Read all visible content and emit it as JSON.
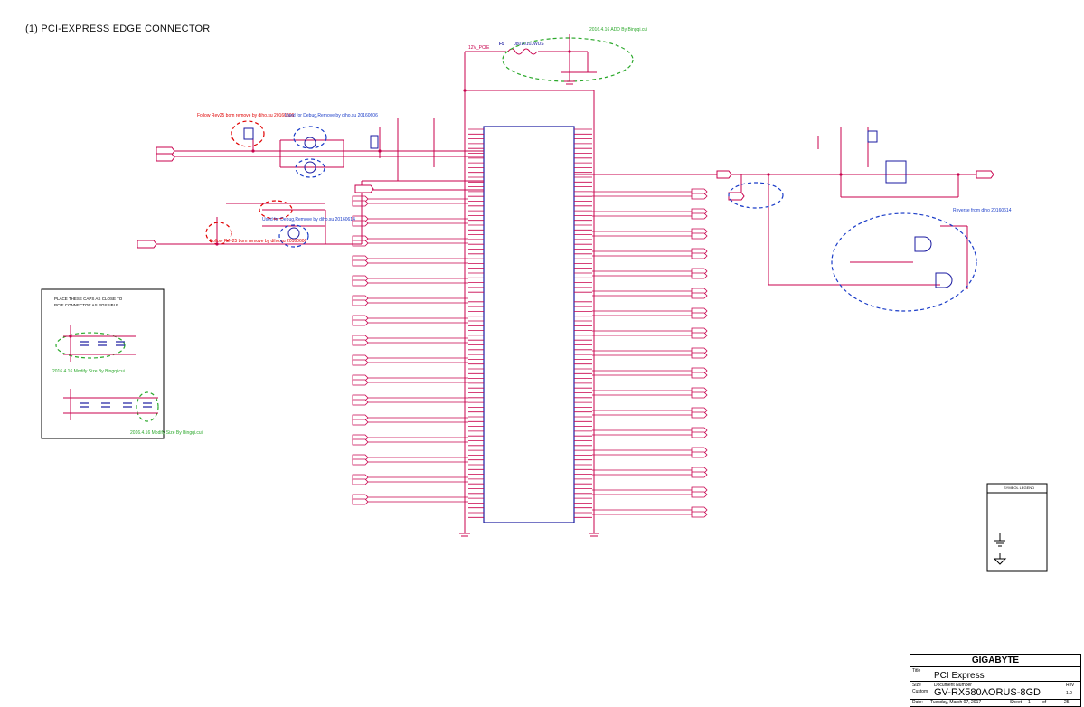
{
  "sheet_title": "(1) PCI-EXPRESS EDGE CONNECTOR",
  "fuse": {
    "ref": "F5",
    "part": "0801010JWUS",
    "net": "12V_PCIE"
  },
  "notes": {
    "add_note": "2016.4.16 ADD By Bingqi.cui",
    "follow_rev_1": "Follow Rev25 bom remove by diho.su 20160606",
    "debug_remove_1": "Used for Debug,Remove by diho.su 20160606",
    "follow_rev_2": "Follow Rev25 bom remove by diho.su 20160606",
    "debug_remove_2": "Used for Debug,Remove by diho.su 20160614",
    "reverse_note": "Reverse from diho 20160614",
    "caps_note_1": "PLACE THESE CAPS AS CLOSE TO",
    "caps_note_2": "PCIE CONNECTOR AS POSSIBLE",
    "modify_note_1": "2016.4.16 Modify Size By Bingqi.cui",
    "modify_note_2": "2016.4.16 Modify Size By Bingqi.cui"
  },
  "symbol_legend_title": "SYMBOL LEGEND",
  "title_block": {
    "company": "GIGABYTE",
    "title_label": "Title",
    "title": "PCI Express",
    "size_label": "Size",
    "size": "Custom",
    "doc_label": "Document Number",
    "doc_number": "GV-RX580AORUS-8GD",
    "rev_label": "Rev",
    "rev": "1.0",
    "date_label": "Date:",
    "date": "Tuesday, March 07, 2017",
    "sheet_label": "Sheet",
    "sheet": "1",
    "of_label": "of",
    "sheet_total": "25"
  },
  "colors": {
    "wire": "#c8004c",
    "component": "#1a1aa0",
    "annotation": "#e00000",
    "highlight_blue": "#1a3cc8",
    "highlight_green": "#2aa82a",
    "junction": "#c8004c"
  }
}
